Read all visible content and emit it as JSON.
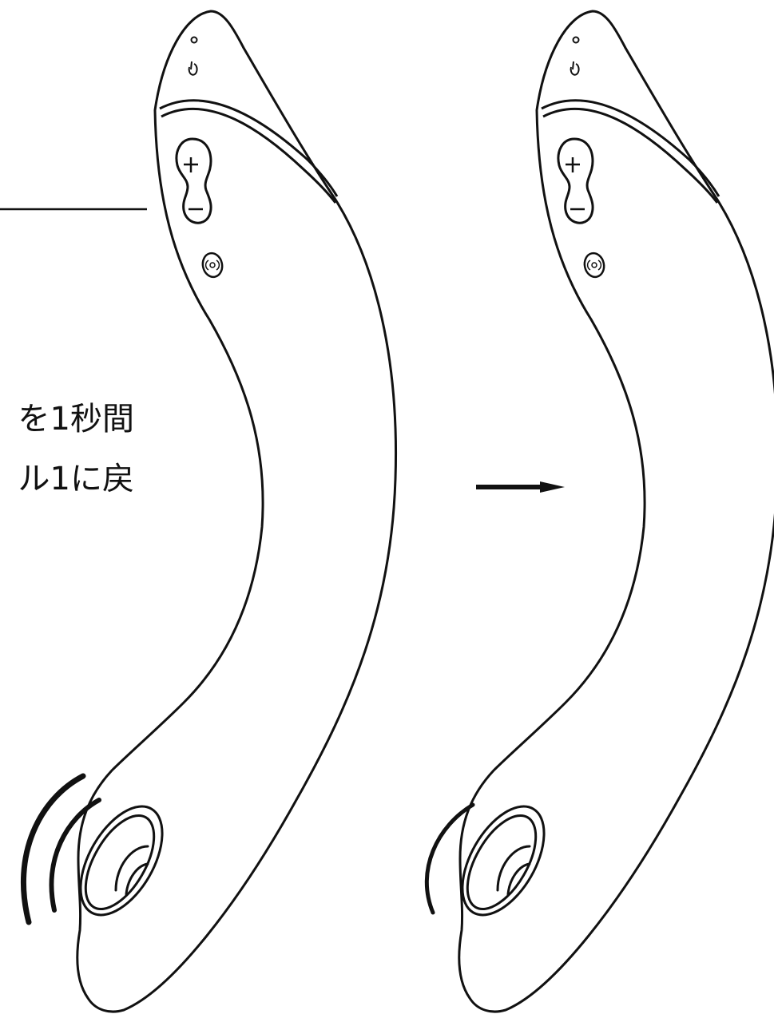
{
  "instruction_text": {
    "line1": "を1秒間",
    "line2": "ル1に戻"
  },
  "device_buttons": {
    "plus_symbol": "+",
    "minus_symbol": "−"
  },
  "colors": {
    "stroke": "#111111",
    "background": "#ffffff"
  },
  "illustrations": [
    {
      "name": "device-before",
      "vibrating": true
    },
    {
      "name": "device-after",
      "vibrating": true
    }
  ]
}
